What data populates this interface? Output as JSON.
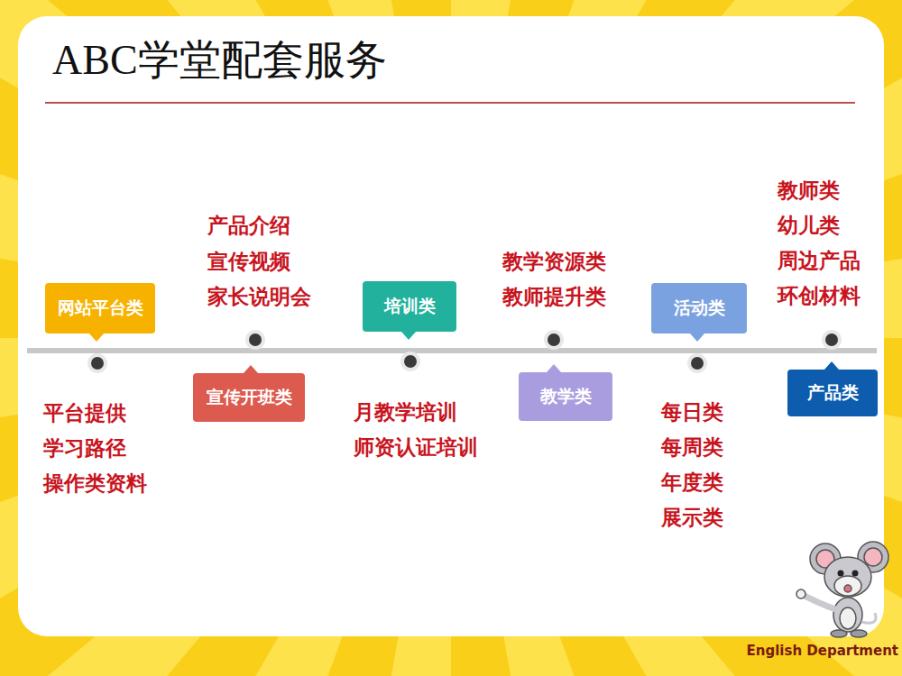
{
  "diagram": {
    "title": "ABC学堂配套服务",
    "nodes": [
      {
        "text": [
          "网站平台类"
        ]
      },
      {
        "text": [
          "宣传开班类"
        ]
      },
      {
        "text": [
          "培训类"
        ]
      },
      {
        "text": [
          "教学类"
        ]
      },
      {
        "text": [
          "活动类"
        ]
      },
      {
        "text": [
          "产品类"
        ]
      }
    ],
    "labels": [
      "平台提供",
      "学习路径",
      "操作类资料",
      "产品介绍",
      "宣传视频",
      "家长说明会",
      "月教学培训",
      "师资认证培训",
      "教学资源类",
      "教师提升类",
      "每日类",
      "每周类",
      "年度类",
      "展示类",
      "教师类",
      "幼儿类",
      "周边产品",
      "环创材料",
      "English Department"
    ]
  }
}
